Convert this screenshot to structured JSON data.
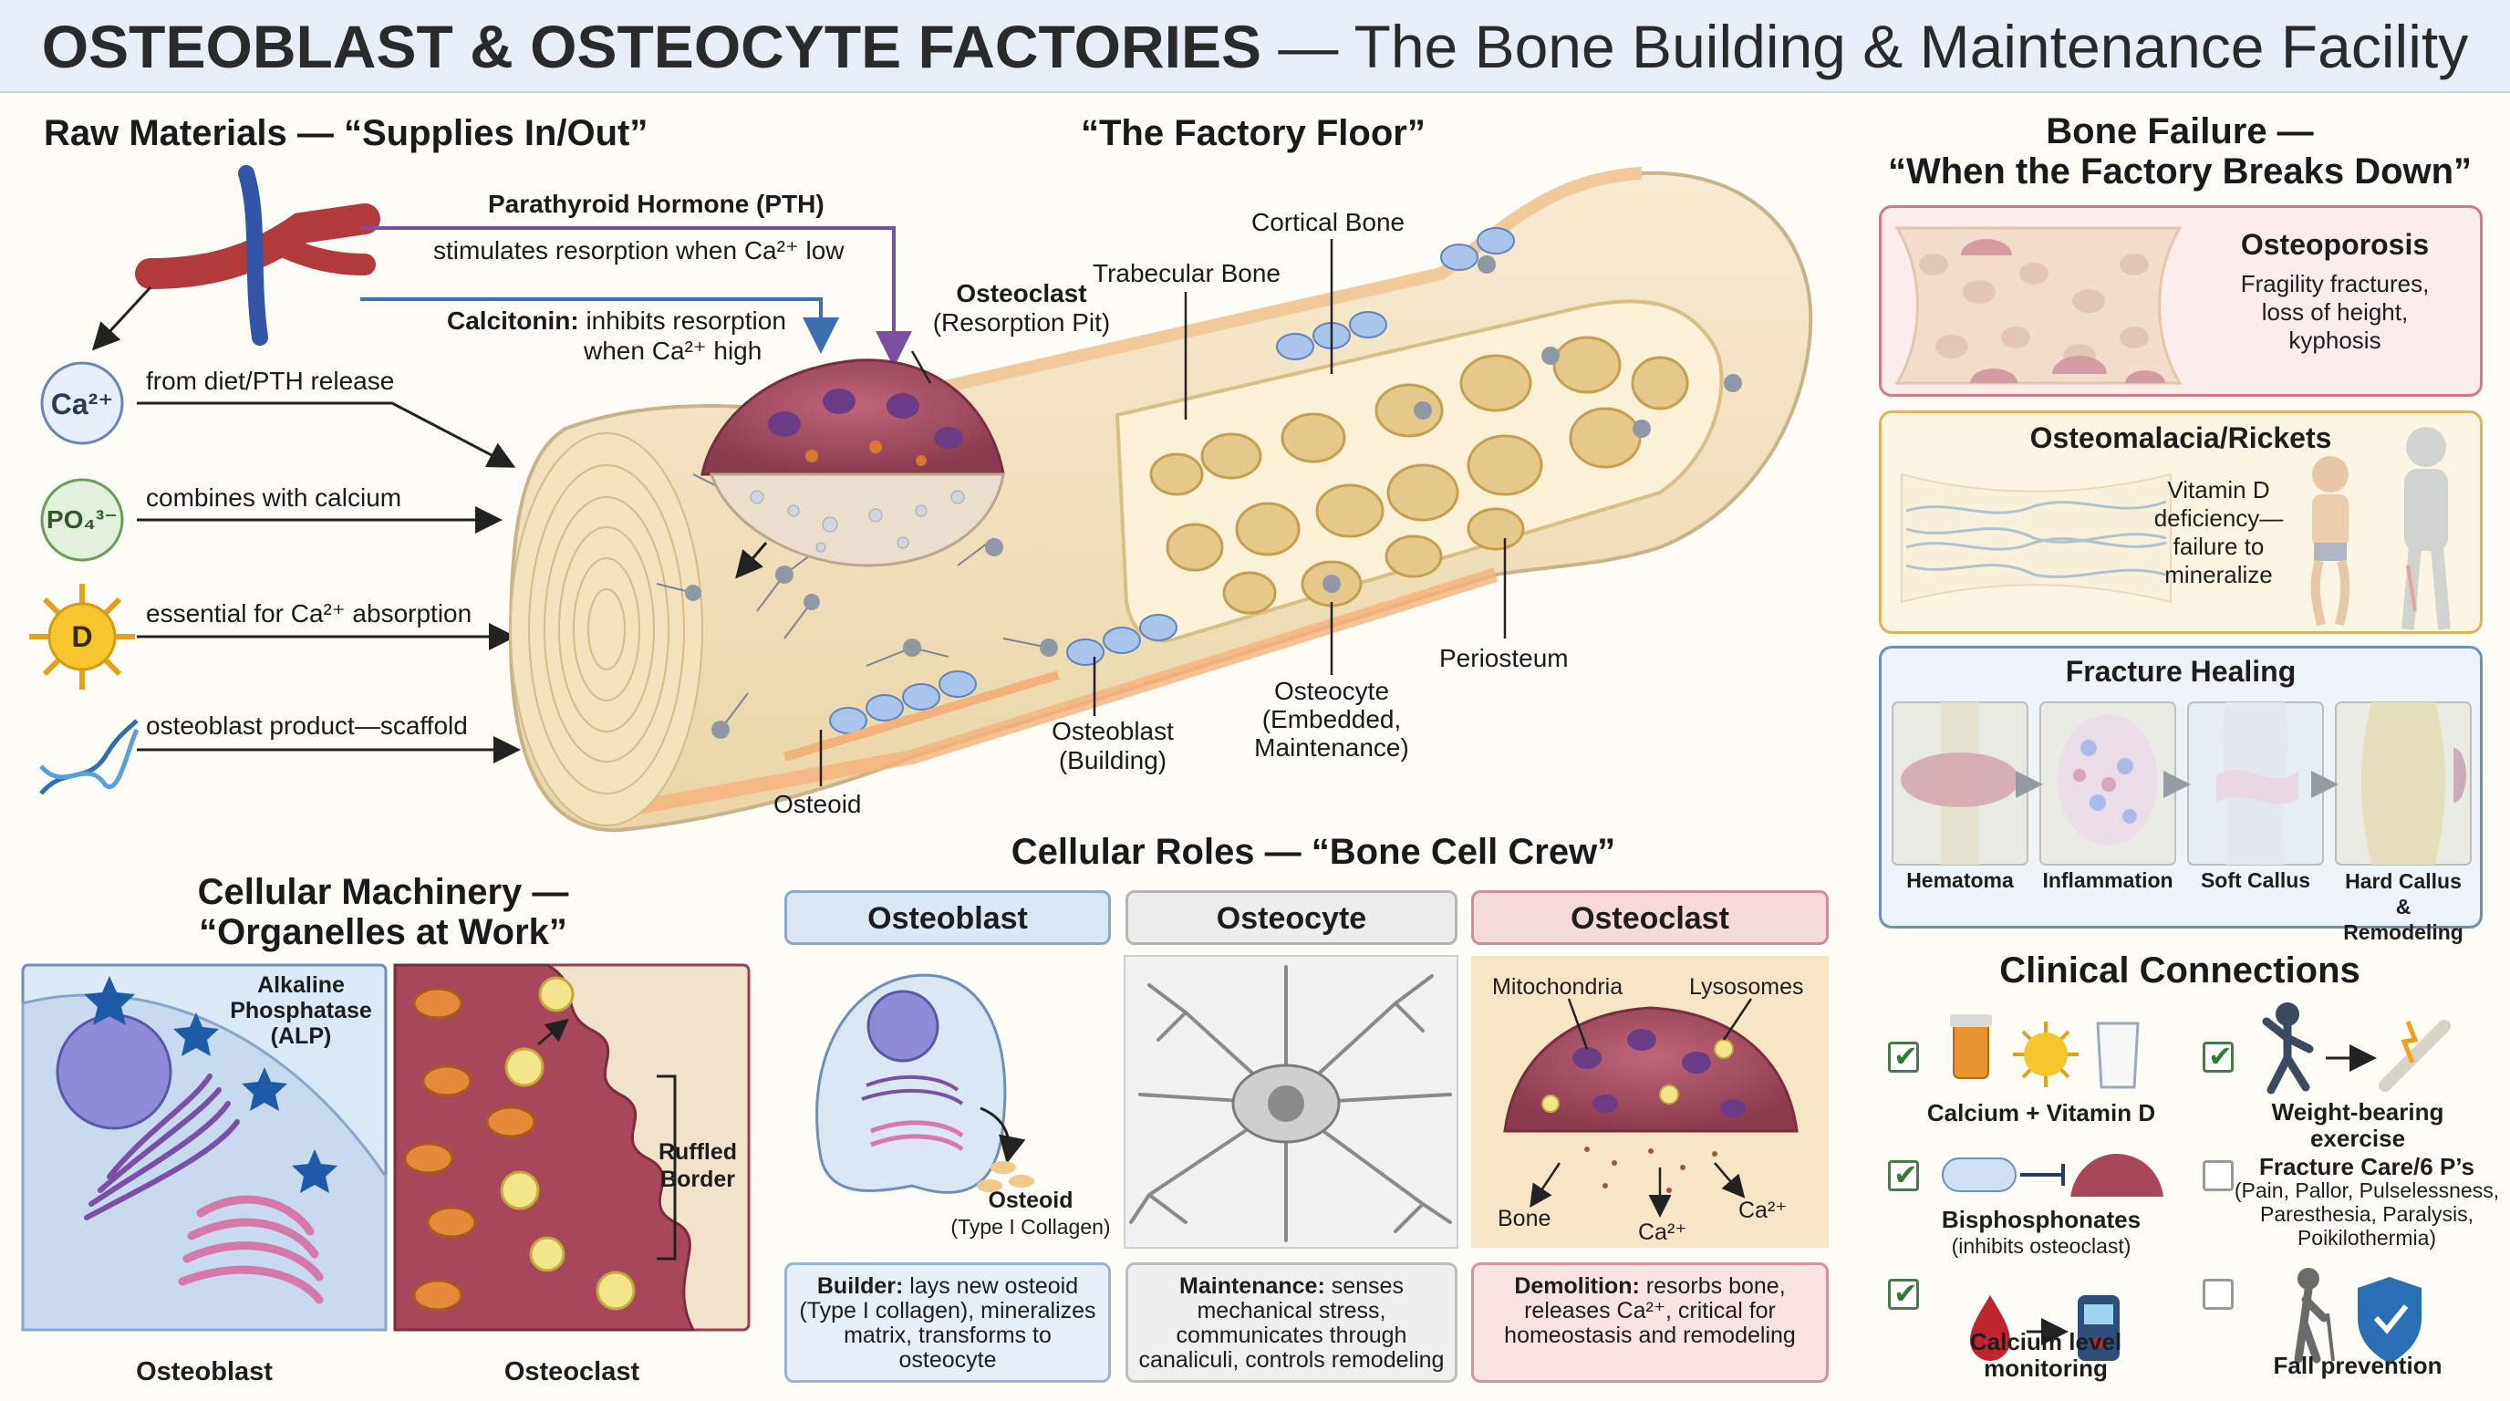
{
  "header": {
    "title_bold": "OSTEOBLAST & OSTEOCYTE FACTORIES",
    "title_rest": " — The Bone Building & Maintenance Facility"
  },
  "raw": {
    "title": "Raw Materials — “Supplies In/Out”",
    "pth_title": "Parathyroid Hormone (PTH)",
    "pth_text": "stimulates resorption when Ca²⁺ low",
    "calcitonin_bold": "Calcitonin:",
    "calcitonin_text": " inhibits resorption",
    "calcitonin_text2": "when Ca²⁺ high",
    "items": [
      {
        "symbol": "Ca²⁺",
        "text": "from diet/PTH release"
      },
      {
        "symbol": "PO₄³⁻",
        "text": "combines with calcium"
      },
      {
        "symbol": "D",
        "text": "essential for Ca²⁺ absorption"
      },
      {
        "symbol": "dna-icon",
        "text": "osteoblast product—scaffold"
      }
    ]
  },
  "floor": {
    "title": "“The Factory Floor”",
    "labels": {
      "osteoclast": "Osteoclast",
      "osteoclast_sub": "(Resorption Pit)",
      "trabecular": "Trabecular Bone",
      "cortical": "Cortical Bone",
      "periosteum": "Periosteum",
      "osteocyte": "Osteocyte",
      "osteocyte_sub1": "(Embedded,",
      "osteocyte_sub2": "Maintenance)",
      "osteoblast": "Osteoblast",
      "osteoblast_sub": "(Building)",
      "osteoid": "Osteoid"
    }
  },
  "machinery": {
    "title1": "Cellular Machinery —",
    "title2": "“Organelles at Work”",
    "alp1": "Alkaline",
    "alp2": "Phosphatase",
    "alp3": "(ALP)",
    "ruffled1": "Ruffled",
    "ruffled2": "Border",
    "osteoblast_caption": "Osteoblast",
    "osteoclast_caption": "Osteoclast"
  },
  "crew": {
    "title": "Cellular Roles — “Bone Cell Crew”",
    "osteoblast": {
      "name": "Osteoblast",
      "osteoid": "Osteoid",
      "osteoid_sub": "(Type I Collagen)",
      "role": "Builder:",
      "desc": " lays new osteoid (Type I collagen), mineralizes matrix, transforms to osteocyte"
    },
    "osteocyte": {
      "name": "Osteocyte",
      "role": "Maintenance:",
      "desc": " senses mechanical stress, communicates through canaliculi, controls remodeling"
    },
    "osteoclast": {
      "name": "Osteoclast",
      "mito": "Mitochondria",
      "lyso": "Lysosomes",
      "bone": "Bone",
      "ca1": "Ca²⁺",
      "ca2": "Ca²⁺",
      "role": "Demolition:",
      "desc": " resorbs bone, releases Ca²⁺, critical for homeostasis and remodeling"
    }
  },
  "failure": {
    "title1": "Bone Failure —",
    "title2": "“When the Factory Breaks Down”",
    "osteoporosis": {
      "name": "Osteoporosis",
      "desc1": "Fragility fractures,",
      "desc2": "loss of height,",
      "desc3": "kyphosis"
    },
    "osteomalacia": {
      "name": "Osteomalacia/Rickets",
      "desc1": "Vitamin D",
      "desc2": "deficiency—",
      "desc3": "failure to",
      "desc4": "mineralize"
    },
    "fracture": {
      "name": "Fracture Healing",
      "stages": [
        "Hematoma",
        "Inflammation",
        "Soft Callus",
        "Hard Callus &",
        "Remodeling"
      ]
    }
  },
  "clinical": {
    "title": "Clinical Connections",
    "items": [
      {
        "label": "Calcium + Vitamin D",
        "sub": "",
        "checked": true
      },
      {
        "label": "Weight-bearing",
        "label2": "exercise",
        "checked": true
      },
      {
        "label": "Bisphosphonates",
        "sub": "(inhibits osteoclast)",
        "checked": true
      },
      {
        "label": "Fracture Care/6 P’s",
        "sub1": "(Pain, Pallor, Pulselessness,",
        "sub2": "Paresthesia, Paralysis,",
        "sub3": "Poikilothermia)",
        "checked": false
      },
      {
        "label": "Calcium level",
        "label2": "monitoring",
        "checked": true
      },
      {
        "label": "Fall prevention",
        "checked": false
      }
    ]
  },
  "colors": {
    "osteoblast_blue": "#dbe7f5",
    "osteocyte_gray": "#ececec",
    "osteoclast_pink": "#f6dada",
    "bone": "#f3e6c4",
    "clast": "#a8475c"
  }
}
